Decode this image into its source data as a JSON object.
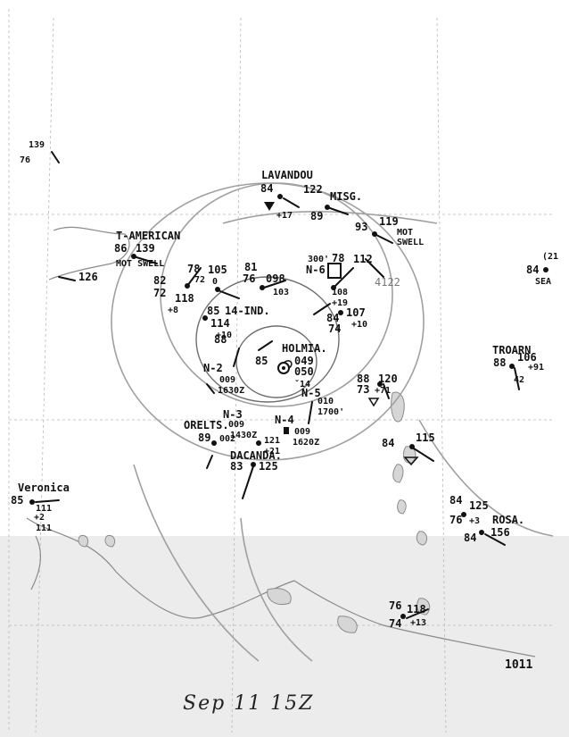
{
  "title": "",
  "footer_text": "Sep 11 15Z",
  "stations": [
    {
      "id": "lavandou",
      "name": "LAVANDOU",
      "lines": [
        "84",
        "122",
        "+17",
        "89"
      ]
    },
    {
      "id": "misg",
      "name": "MISG.",
      "lines": []
    },
    {
      "id": "t-american",
      "name": "T-AMERICAN",
      "lines": [
        "86",
        "139",
        "MOT SWELL"
      ]
    },
    {
      "id": "mot-swell-ne",
      "name": "",
      "lines": [
        "93",
        "119",
        "MOT",
        "SWELL"
      ]
    },
    {
      "id": "topleft",
      "name": "",
      "lines": [
        "139",
        "76"
      ]
    },
    {
      "id": "sd126",
      "name": "",
      "lines": [
        "126"
      ]
    },
    {
      "id": "st-78",
      "name": "",
      "lines": [
        "78",
        "105",
        "72",
        "0"
      ]
    },
    {
      "id": "st-82",
      "name": "",
      "lines": [
        "82",
        "118",
        "72",
        "+8"
      ]
    },
    {
      "id": "st-81",
      "name": "",
      "lines": [
        "81",
        "76",
        "098",
        "103"
      ]
    },
    {
      "id": "st-n6",
      "name": "N-6",
      "lines": [
        "300'",
        "78",
        "112",
        "108",
        "+19"
      ]
    },
    {
      "id": "st-84a",
      "name": "",
      "lines": [
        "84",
        "107",
        "+10",
        "74"
      ]
    },
    {
      "id": "st-14ind",
      "name": "14-IND.",
      "lines": [
        "85",
        "114",
        "+10"
      ]
    },
    {
      "id": "holmia",
      "name": "HOLMIA.",
      "lines": [
        "88",
        "85",
        "049",
        "050",
        "ˇ14"
      ]
    },
    {
      "id": "st-n2",
      "name": "N-2",
      "lines": [
        "009",
        "1630Z"
      ]
    },
    {
      "id": "st-n5",
      "name": "N-5",
      "lines": [
        "010",
        "1700'"
      ]
    },
    {
      "id": "st-88r",
      "name": "",
      "lines": [
        "88",
        "120",
        "73",
        "+71"
      ]
    },
    {
      "id": "trogrn",
      "name": "TROARN",
      "lines": [
        "88",
        "106",
        "+91",
        "42"
      ]
    },
    {
      "id": "st-far-right",
      "name": "",
      "lines": [
        "(21",
        "84",
        "SEA"
      ]
    },
    {
      "id": "st-n3",
      "name": "N-3",
      "lines": [
        "009"
      ]
    },
    {
      "id": "orelt",
      "name": "ORELTS.",
      "lines": [
        "1430Z"
      ]
    },
    {
      "id": "st-n4",
      "name": "N-4",
      "lines": [
        "009",
        "1620Z"
      ]
    },
    {
      "id": "st-89",
      "name": "",
      "lines": [
        "89",
        "002",
        "121",
        "+21"
      ]
    },
    {
      "id": "dacanda",
      "name": "DACANDA.",
      "lines": [
        "83",
        "125"
      ]
    },
    {
      "id": "st-84b",
      "name": "",
      "lines": [
        "84",
        "115"
      ]
    },
    {
      "id": "veronica",
      "name": "Veronica",
      "lines": [
        "85",
        "111",
        "+2",
        "111"
      ]
    },
    {
      "id": "st-84c",
      "name": "",
      "lines": [
        "84",
        "125",
        "76",
        "+3"
      ]
    },
    {
      "id": "rosa",
      "name": "ROSA.",
      "lines": [
        "84",
        "156"
      ]
    },
    {
      "id": "st-76",
      "name": "",
      "lines": [
        "76",
        "118",
        "74",
        "+13"
      ]
    },
    {
      "id": "st-1011",
      "name": "",
      "lines": [
        "1011"
      ]
    },
    {
      "id": "st-4122",
      "name": "",
      "lines": [
        "4122"
      ]
    }
  ],
  "isobar_labels": [],
  "symbols": {
    "center": "hurricane-center-icon",
    "ship": "ship-icon"
  }
}
